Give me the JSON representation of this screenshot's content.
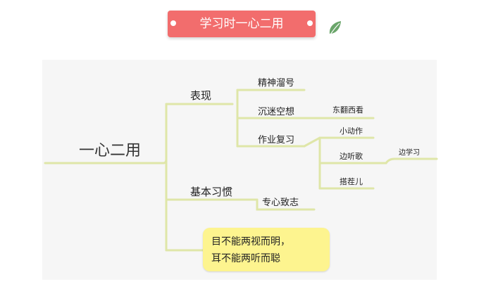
{
  "banner": {
    "title": "学习时一心二用"
  },
  "mindmap": {
    "root": "一心二用",
    "branches": {
      "biaoxian": {
        "label": "表现",
        "children": {
          "jingshen": "精神溜号",
          "chenmi": "沉迷空想",
          "zuoye": "作业复习",
          "dongfan": "东翻西看",
          "xiaodongzuo": "小动作",
          "bianting": "边听歌",
          "biansxue": "边学习",
          "dachaer": "搭茬儿"
        }
      },
      "habit": {
        "label": "基本习惯",
        "child": "专心致志"
      }
    },
    "proverb": {
      "line1": "目不能两视而明，",
      "line2": "耳不能两听而聪"
    }
  },
  "colors": {
    "banner": "#f26d6d",
    "branch_line": "#dfe6a8",
    "proverb_bg": "#fdf48f"
  },
  "icons": {
    "leaf": "leaf-icon"
  }
}
